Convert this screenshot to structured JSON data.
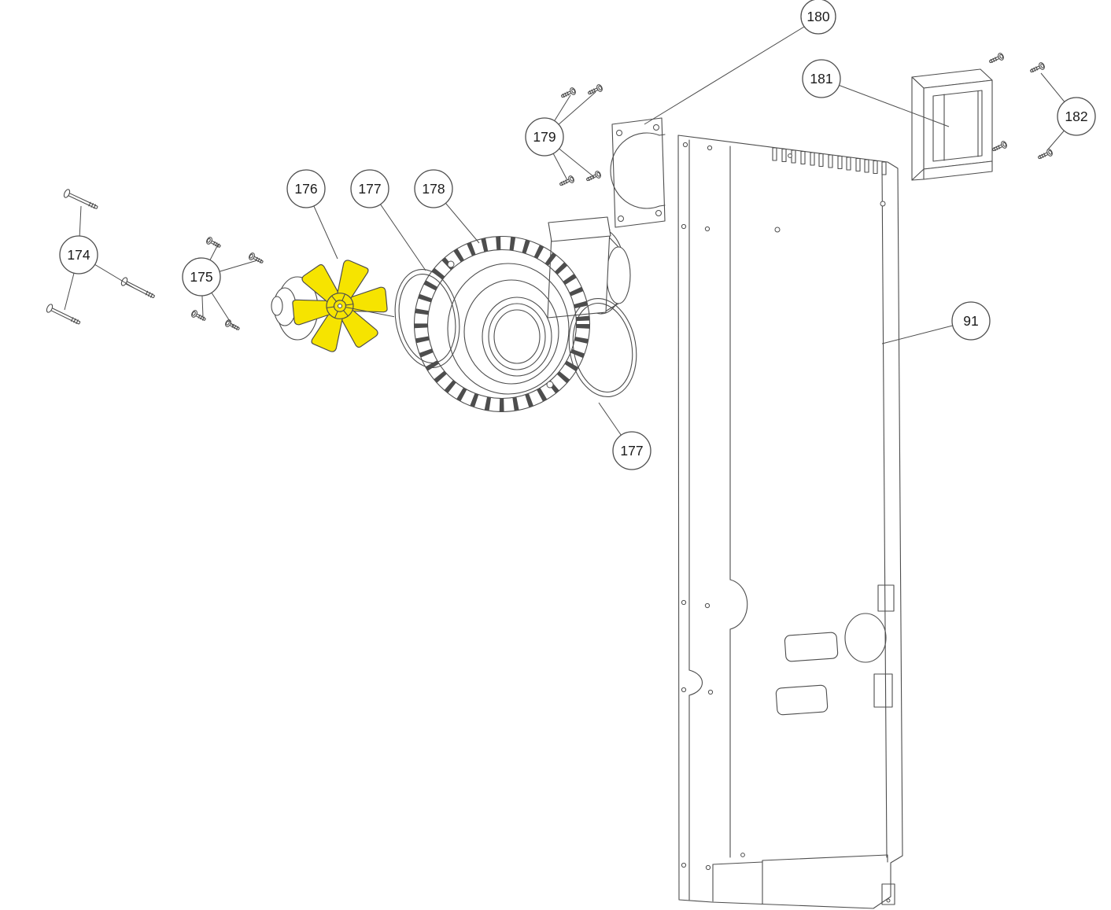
{
  "diagram": {
    "kind": "exploded-parts-diagram",
    "background": "#ffffff",
    "line_color": "#4d4d4d",
    "highlight_color": "#f6e400",
    "callouts": [
      {
        "label": "174"
      },
      {
        "label": "175"
      },
      {
        "label": "176"
      },
      {
        "label": "177"
      },
      {
        "label": "178"
      },
      {
        "label": "177"
      },
      {
        "label": "179"
      },
      {
        "label": "180"
      },
      {
        "label": "181"
      },
      {
        "label": "182"
      },
      {
        "label": "91"
      }
    ]
  }
}
